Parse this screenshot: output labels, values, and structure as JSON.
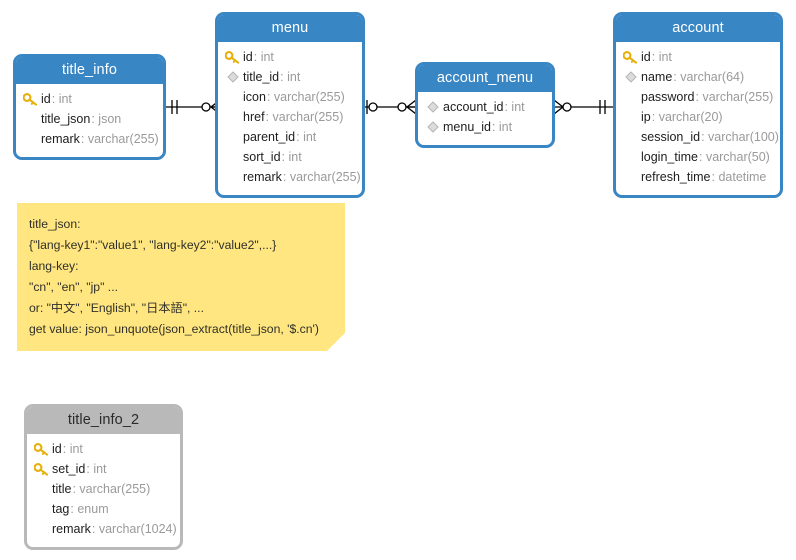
{
  "diagram": {
    "type": "entity-relationship-diagram",
    "notation": "crows-foot",
    "colors": {
      "table_header_blue": "#3986c4",
      "table_header_gray": "#b9b9b9",
      "note_yellow": "#ffe680",
      "field_name": "#1d1d1d",
      "field_type": "#9a9a9a",
      "connector": "#000000"
    }
  },
  "tables": [
    {
      "name": "title_info",
      "header_style": "blue",
      "fields": [
        {
          "icon": "primary-key-icon",
          "name": "id",
          "type": "int"
        },
        {
          "icon": "none",
          "name": "title_json",
          "type": "json"
        },
        {
          "icon": "none",
          "name": "remark",
          "type": "varchar(255)"
        }
      ]
    },
    {
      "name": "menu",
      "header_style": "blue",
      "fields": [
        {
          "icon": "primary-key-icon",
          "name": "id",
          "type": "int"
        },
        {
          "icon": "foreign-key-diamond-icon",
          "name": "title_id",
          "type": "int"
        },
        {
          "icon": "none",
          "name": "icon",
          "type": "varchar(255)"
        },
        {
          "icon": "none",
          "name": "href",
          "type": "varchar(255)"
        },
        {
          "icon": "none",
          "name": "parent_id",
          "type": "int"
        },
        {
          "icon": "none",
          "name": "sort_id",
          "type": "int"
        },
        {
          "icon": "none",
          "name": "remark",
          "type": "varchar(255)"
        }
      ]
    },
    {
      "name": "account_menu",
      "header_style": "blue",
      "fields": [
        {
          "icon": "foreign-key-diamond-icon",
          "name": "account_id",
          "type": "int"
        },
        {
          "icon": "foreign-key-diamond-icon",
          "name": "menu_id",
          "type": "int"
        }
      ]
    },
    {
      "name": "account",
      "header_style": "blue",
      "fields": [
        {
          "icon": "primary-key-icon",
          "name": "id",
          "type": "int"
        },
        {
          "icon": "foreign-key-diamond-icon",
          "name": "name",
          "type": "varchar(64)"
        },
        {
          "icon": "none",
          "name": "password",
          "type": "varchar(255)"
        },
        {
          "icon": "none",
          "name": "ip",
          "type": "varchar(20)"
        },
        {
          "icon": "none",
          "name": "session_id",
          "type": "varchar(100)"
        },
        {
          "icon": "none",
          "name": "login_time",
          "type": "varchar(50)"
        },
        {
          "icon": "none",
          "name": "refresh_time",
          "type": "datetime"
        }
      ]
    },
    {
      "name": "title_info_2",
      "header_style": "gray",
      "fields": [
        {
          "icon": "primary-key-icon",
          "name": "id",
          "type": "int"
        },
        {
          "icon": "primary-key-icon",
          "name": "set_id",
          "type": "int"
        },
        {
          "icon": "none",
          "name": "title",
          "type": "varchar(255)"
        },
        {
          "icon": "none",
          "name": "tag",
          "type": "enum"
        },
        {
          "icon": "none",
          "name": "remark",
          "type": "varchar(1024)"
        }
      ]
    }
  ],
  "relationships": [
    {
      "from": "title_info",
      "to": "menu",
      "from_cardinality": "exactly-one",
      "to_cardinality": "zero-or-many"
    },
    {
      "from": "menu",
      "to": "account_menu",
      "from_cardinality": "zero-or-one",
      "to_cardinality": "zero-or-many"
    },
    {
      "from": "account_menu",
      "to": "account",
      "from_cardinality": "zero-or-many",
      "to_cardinality": "exactly-one"
    }
  ],
  "note": {
    "lines": [
      "title_json:",
      "{\"lang-key1\":\"value1\", \"lang-key2\":\"value2\",...}",
      "lang-key:",
      "\"cn\", \"en\", \"jp\" ...",
      "or: \"中文\", \"English\", \"日本語\", ...",
      "get value: json_unquote(json_extract(title_json, '$.cn')"
    ]
  }
}
